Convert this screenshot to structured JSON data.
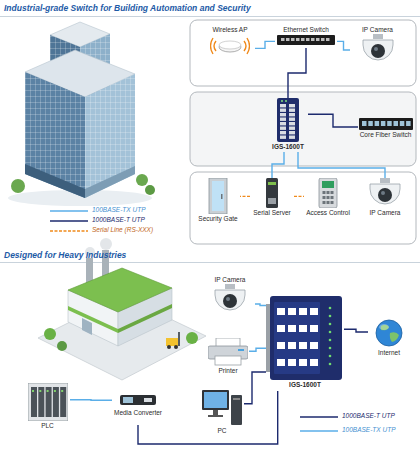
{
  "diagram": {
    "title": "Industrial-grade Switch for Building Automation and Security",
    "nodes": [
      {
        "text": [
          "Wireless AP"
        ]
      },
      {
        "text": [
          "Ethernet Switch"
        ]
      },
      {
        "text": [
          "IP Camera"
        ]
      },
      {
        "text": [
          "IGS-1600T"
        ]
      },
      {
        "text": [
          "Core Fiber Switch"
        ]
      },
      {
        "text": [
          "Security Gate"
        ]
      },
      {
        "text": [
          "Serial Server"
        ]
      },
      {
        "text": [
          "Access Control"
        ]
      },
      {
        "text": [
          "IP Camera"
        ]
      },
      {
        "text": [
          "IP Camera"
        ]
      },
      {
        "text": [
          "Printer"
        ]
      },
      {
        "text": [
          "IGS-1600T"
        ]
      },
      {
        "text": [
          "Internet"
        ]
      },
      {
        "text": [
          "PLC"
        ]
      },
      {
        "text": [
          "Media Converter"
        ]
      },
      {
        "text": [
          "PC"
        ]
      }
    ],
    "edges": [
      {
        "from": 0,
        "to": 1,
        "arrow": "none"
      },
      {
        "from": 1,
        "to": 2,
        "arrow": "none"
      },
      {
        "from": 1,
        "to": 3,
        "arrow": "none"
      },
      {
        "from": 3,
        "to": 4,
        "arrow": "none"
      },
      {
        "from": 3,
        "to": 6,
        "arrow": "none"
      },
      {
        "from": 3,
        "to": 8,
        "arrow": "none"
      },
      {
        "from": 6,
        "to": 5,
        "arrow": "none"
      },
      {
        "from": 6,
        "to": 7,
        "arrow": "none"
      },
      {
        "from": 9,
        "to": 11,
        "arrow": "none"
      },
      {
        "from": 10,
        "to": 11,
        "arrow": "none"
      },
      {
        "from": 15,
        "to": 11,
        "arrow": "none"
      },
      {
        "from": 14,
        "to": 11,
        "arrow": "none"
      },
      {
        "from": 13,
        "to": 14,
        "arrow": "none"
      },
      {
        "from": 11,
        "to": 12,
        "arrow": "none"
      }
    ],
    "labels": [
      "Designed for Heavy Industries"
    ],
    "legend": [
      {
        "text": "100BASE-TX UTP"
      },
      {
        "text": "1000BASE-T UTP"
      },
      {
        "text": "Serial Line (RS-XXX)"
      },
      {
        "text": "1000BASE-T UTP"
      },
      {
        "text": "100BASE-TX UTP"
      }
    ]
  }
}
